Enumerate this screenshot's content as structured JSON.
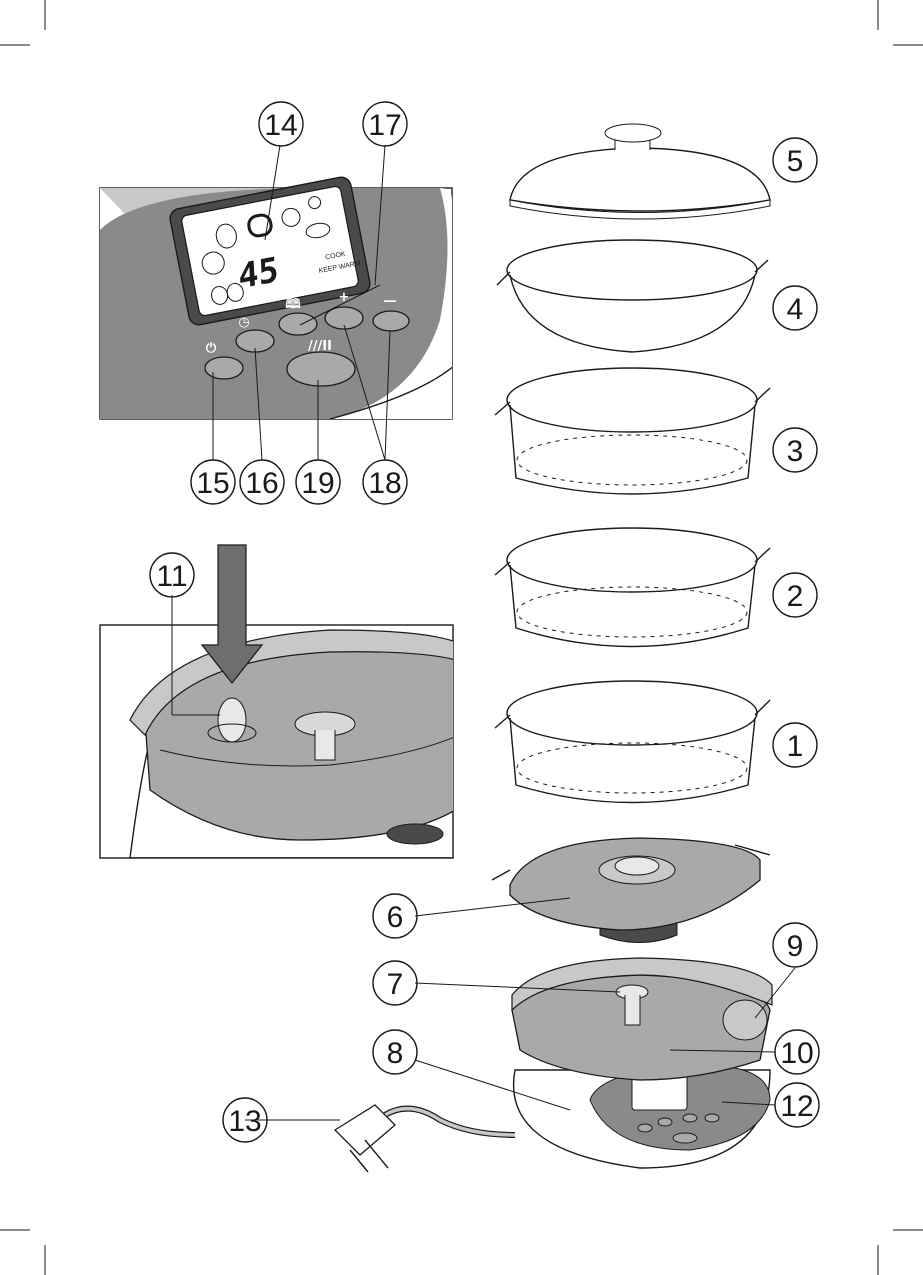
{
  "callouts": [
    {
      "id": "c1",
      "label": "1"
    },
    {
      "id": "c2",
      "label": "2"
    },
    {
      "id": "c3",
      "label": "3"
    },
    {
      "id": "c4",
      "label": "4"
    },
    {
      "id": "c5",
      "label": "5"
    },
    {
      "id": "c6",
      "label": "6"
    },
    {
      "id": "c7",
      "label": "7"
    },
    {
      "id": "c8",
      "label": "8"
    },
    {
      "id": "c9",
      "label": "9"
    },
    {
      "id": "c10",
      "label": "10"
    },
    {
      "id": "c11",
      "label": "11"
    },
    {
      "id": "c12",
      "label": "12"
    },
    {
      "id": "c13",
      "label": "13"
    },
    {
      "id": "c14",
      "label": "14"
    },
    {
      "id": "c15",
      "label": "15"
    },
    {
      "id": "c16",
      "label": "16"
    },
    {
      "id": "c17",
      "label": "17"
    },
    {
      "id": "c18",
      "label": "18"
    },
    {
      "id": "c19",
      "label": "19"
    }
  ],
  "display": {
    "digits": "45",
    "cook_label": "COOK",
    "keep_warm_label": "KEEP WARM"
  },
  "buttons": {
    "start_pause_glyph": "///II",
    "plus_glyph": "+",
    "minus_glyph": "—"
  },
  "colors": {
    "line": "#1a1a1a",
    "body_grey": "#8a8a8a",
    "mid_grey": "#a9a9a9",
    "light_grey": "#c8c8c8",
    "paper": "#ffffff"
  }
}
